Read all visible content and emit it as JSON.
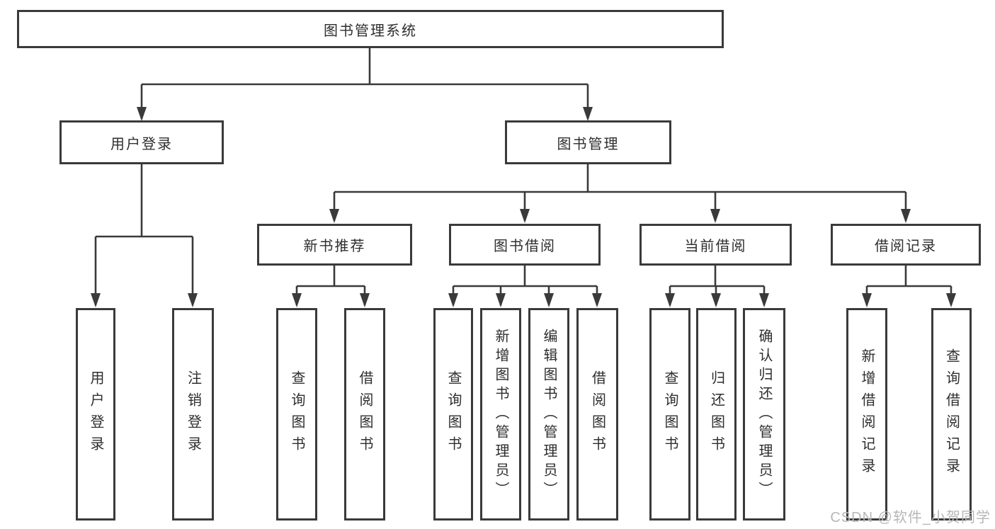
{
  "diagram": {
    "type": "tree-structure-chart",
    "orientation": "top-down",
    "tree": {
      "label": "图书管理系统",
      "children": [
        {
          "label": "用户登录",
          "children": [
            {
              "label": "用户登录"
            },
            {
              "label": "注销登录"
            }
          ]
        },
        {
          "label": "图书管理",
          "children": [
            {
              "label": "新书推荐",
              "children": [
                {
                  "label": "查询图书"
                },
                {
                  "label": "借阅图书"
                }
              ]
            },
            {
              "label": "图书借阅",
              "children": [
                {
                  "label": "查询图书"
                },
                {
                  "label": "新增图书（管理员）"
                },
                {
                  "label": "编辑图书（管理员）"
                },
                {
                  "label": "借阅图书"
                }
              ]
            },
            {
              "label": "当前借阅",
              "children": [
                {
                  "label": "查询图书"
                },
                {
                  "label": "归还图书"
                },
                {
                  "label": "确认归还（管理员）"
                }
              ]
            },
            {
              "label": "借阅记录",
              "children": [
                {
                  "label": "新增借阅记录"
                },
                {
                  "label": "查询借阅记录"
                }
              ]
            }
          ]
        }
      ]
    },
    "colors": {
      "line": "#3a3a3a",
      "box_border": "#3a3a3a",
      "text": "#2e2e2e",
      "background": "#ffffff",
      "watermark": "#b7b7ba"
    }
  },
  "watermark": "CSDN @软件_小贺同学"
}
